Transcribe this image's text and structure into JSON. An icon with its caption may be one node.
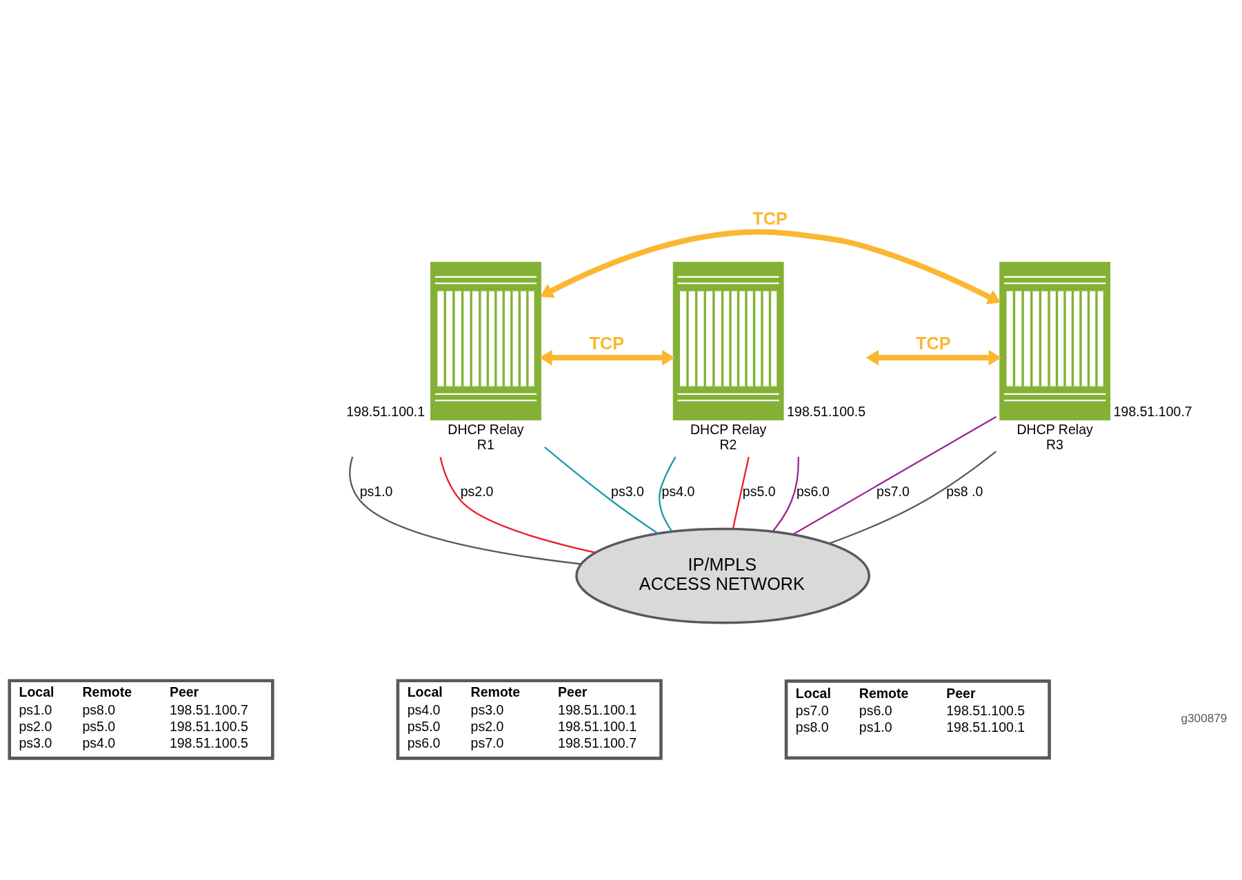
{
  "diagram": {
    "nodes": [
      {
        "text": [
          "DHCP Relay R1"
        ],
        "beside": [
          "198.51.100.1"
        ]
      },
      {
        "text": [
          "DHCP Relay R2"
        ],
        "beside": [
          "198.51.100.5"
        ]
      },
      {
        "text": [
          "DHCP Relay R3"
        ],
        "beside": [
          "198.51.100.7"
        ]
      },
      {
        "text": [
          "IP/MPLS ACCESS NETWORK"
        ]
      },
      {
        "text": [
          "Local",
          "Remote",
          "Peer",
          "ps1.0",
          "ps8.0",
          "198.51.100.7",
          "ps2.0",
          "ps5.0",
          "198.51.100.5",
          "ps3.0",
          "ps4.0",
          "198.51.100.5"
        ]
      },
      {
        "text": [
          "Local",
          "Remote",
          "Peer",
          "ps4.0",
          "ps3.0",
          "198.51.100.1",
          "ps5.0",
          "ps2.0",
          "198.51.100.1",
          "ps6.0",
          "ps7.0",
          "198.51.100.7"
        ]
      },
      {
        "text": [
          "Local",
          "Remote",
          "Peer",
          "ps7.0",
          "ps6.0",
          "198.51.100.5",
          "ps8.0",
          "ps1.0",
          "198.51.100.1"
        ]
      }
    ],
    "edges": [
      {
        "from": 0,
        "to": 2,
        "arrow": "both",
        "label": "TCP",
        "style": "thick",
        "color": "#fbb731"
      },
      {
        "from": 0,
        "to": 1,
        "arrow": "both",
        "label": "TCP",
        "style": "thick",
        "color": "#fbb731"
      },
      {
        "from": 1,
        "to": 2,
        "arrow": "both",
        "label": "TCP",
        "style": "thick",
        "color": "#fbb731"
      },
      {
        "from": 0,
        "to": 3,
        "arrow": "none",
        "label": "ps1.0",
        "color": "#58595b"
      },
      {
        "from": 0,
        "to": 3,
        "arrow": "none",
        "label": "ps2.0",
        "color": "#ed1c24"
      },
      {
        "from": 0,
        "to": 3,
        "arrow": "none",
        "label": "ps3.0",
        "color": "#1a9aa9"
      },
      {
        "from": 1,
        "to": 3,
        "arrow": "none",
        "label": "ps4.0",
        "color": "#1a9aa9"
      },
      {
        "from": 1,
        "to": 3,
        "arrow": "none",
        "label": "ps5.0",
        "color": "#ed1c24"
      },
      {
        "from": 1,
        "to": 3,
        "arrow": "none",
        "label": "ps6.0",
        "color": "#9c2590"
      },
      {
        "from": 2,
        "to": 3,
        "arrow": "none",
        "label": "ps7.0",
        "color": "#9c2590"
      },
      {
        "from": 2,
        "to": 3,
        "arrow": "none",
        "label": "ps8 .0",
        "color": "#58595b"
      }
    ],
    "labels": [
      "g300879"
    ]
  }
}
